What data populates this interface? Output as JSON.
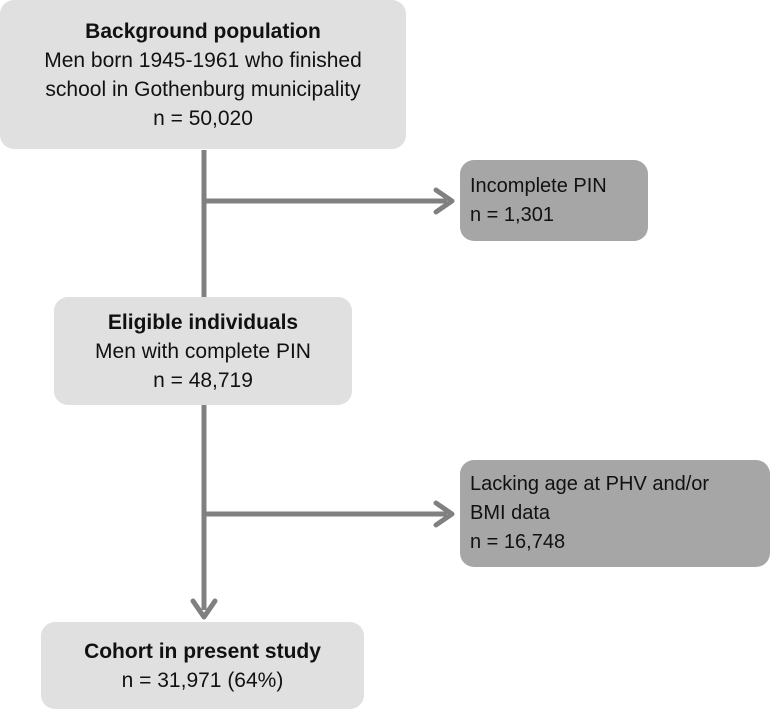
{
  "boxes": {
    "background_population": {
      "title": "Background population",
      "line1": "Men born 1945-1961 who finished",
      "line2": "school in Gothenburg municipality",
      "count": "n = 50,020"
    },
    "incomplete_pin": {
      "label": "Incomplete PIN",
      "count": "n = 1,301"
    },
    "eligible_individuals": {
      "title": "Eligible individuals",
      "line1": "Men with complete PIN",
      "count": "n = 48,719"
    },
    "lacking_data": {
      "line1": "Lacking age at PHV and/or",
      "line2": "BMI data",
      "count": "n = 16,748"
    },
    "cohort": {
      "title": "Cohort in present study",
      "count": "n = 31,971 (64%)"
    }
  },
  "colors": {
    "main_box_fill": "#e0e0e0",
    "exclusion_box_fill": "#a6a6a6",
    "connector": "#808080"
  }
}
